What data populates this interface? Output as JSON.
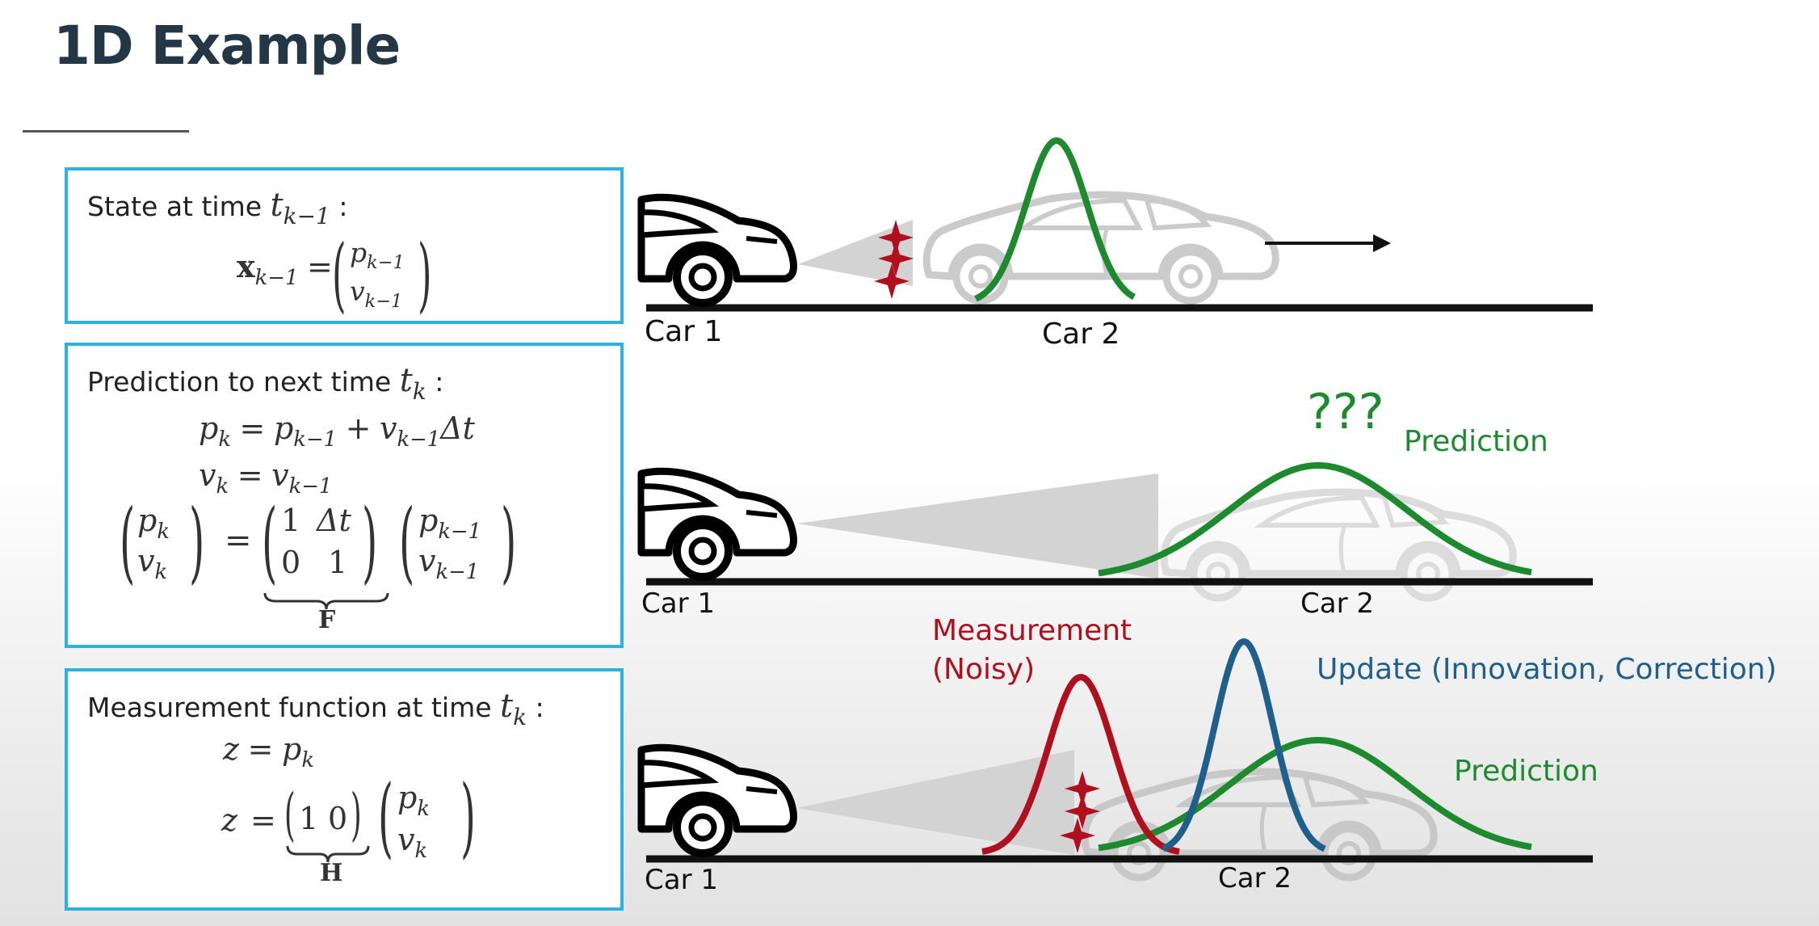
{
  "title": "1D Example",
  "panels": {
    "state": {
      "label": "State at time",
      "time_var": "t",
      "time_sub": "k−1",
      "colon": ":",
      "lhs_var": "x",
      "lhs_sub": "k−1",
      "eq": "=",
      "vec_top_var": "p",
      "vec_top_sub": "k−1",
      "vec_bot_var": "v",
      "vec_bot_sub": "k−1"
    },
    "prediction": {
      "label": "Prediction to next time",
      "time_var": "t",
      "time_sub": "k",
      "colon": ":",
      "eq1_p": "p",
      "eq1_k": "k",
      "eq1_eq": "=",
      "eq1_p2": "p",
      "eq1_sub2": "k−1",
      "eq1_plus": "+",
      "eq1_v": "v",
      "eq1_sub3": "k−1",
      "eq1_dt": "Δt",
      "eq2_v": "v",
      "eq2_k": "k",
      "eq2_eq": "=",
      "eq2_v2": "v",
      "eq2_sub2": "k−1",
      "mat_lhs_top": "p",
      "mat_lhs_bot": "v",
      "mat_lhs_sub": "k",
      "mat_eq": "=",
      "F_r1c1": "1",
      "F_r1c2": "Δt",
      "F_r2c1": "0",
      "F_r2c2": "1",
      "F_label": "F",
      "mat_rhs_top": "p",
      "mat_rhs_bot": "v",
      "mat_rhs_sub": "k−1"
    },
    "measurement": {
      "label": "Measurement function at time",
      "time_var": "t",
      "time_sub": "k",
      "colon": ":",
      "eq1_z": "z",
      "eq1_eq": "=",
      "eq1_p": "p",
      "eq1_k": "k",
      "eq2_z": "z",
      "eq2_eq": "=",
      "H_c1": "1",
      "H_c2": "0",
      "H_label": "H",
      "vec_top": "p",
      "vec_bot": "v",
      "vec_sub": "k"
    }
  },
  "scenes": {
    "top": {
      "car1": "Car 1",
      "car2": "Car 2"
    },
    "middle": {
      "car1": "Car 1",
      "car2": "Car 2",
      "question": "???",
      "prediction": "Prediction"
    },
    "bottom": {
      "car1": "Car 1",
      "car2": "Car 2",
      "measurement_line1": "Measurement",
      "measurement_line2": "(Noisy)",
      "update": "Update (Innovation, Correction)",
      "prediction": "Prediction"
    }
  },
  "colors": {
    "title": "#243746",
    "box_border": "#2bb3df",
    "prediction_green": "#1e8a2e",
    "measurement_red": "#b0101e",
    "update_blue": "#1f5f8b",
    "road": "#111111",
    "ghost_car": "#c8c8c8"
  }
}
